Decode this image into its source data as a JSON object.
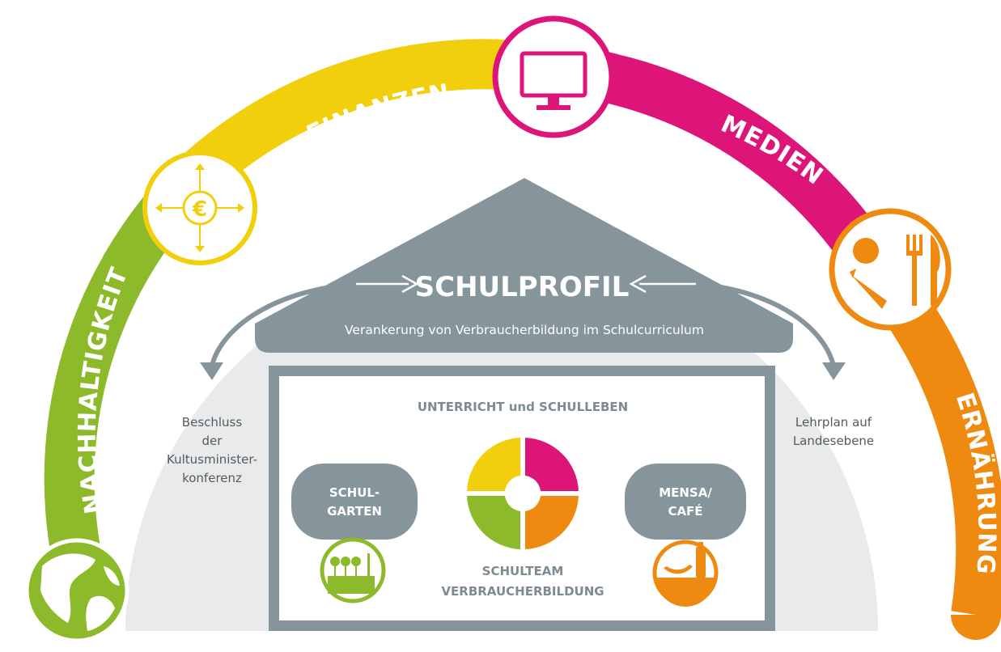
{
  "arc_labels": {
    "nachhaltigkeit": "NACHHALTIGKEIT",
    "finanzen": "FINANZEN",
    "medien": "MEDIEN",
    "ernaehrung": "ERNÄHRUNG"
  },
  "roof": {
    "title": "SCHULPROFIL",
    "subtitle": "Verankerung von Verbraucherbildung im Schulcurriculum"
  },
  "side_left": [
    "Beschluss",
    "der",
    "Kultusminister-",
    "konferenz"
  ],
  "side_right": [
    "Lehrplan auf",
    "Landesebene"
  ],
  "center": {
    "heading": "UNTERRICHT und SCHULLEBEN",
    "team_line1": "SCHULTEAM",
    "team_line2": "VERBRAUCHERBILDUNG"
  },
  "pill_left": {
    "line1": "SCHUL-",
    "line2": "GARTEN"
  },
  "pill_right": {
    "line1": "MENSA/",
    "line2": "CAFÉ"
  },
  "icons": {
    "euro_symbol": "€",
    "globe": "globe-icon",
    "euro": "euro-coin-icon",
    "monitor": "monitor-icon",
    "food": "food-cutlery-icon",
    "garden": "garden-shovel-icon",
    "mensa": "bowl-bottle-icon"
  },
  "colors": {
    "green": "#8cba2a",
    "yellow": "#f2cf0c",
    "magenta": "#dd1579",
    "orange": "#ef8a11",
    "grey": "#86959b",
    "light_grey": "#e9eaeb"
  }
}
